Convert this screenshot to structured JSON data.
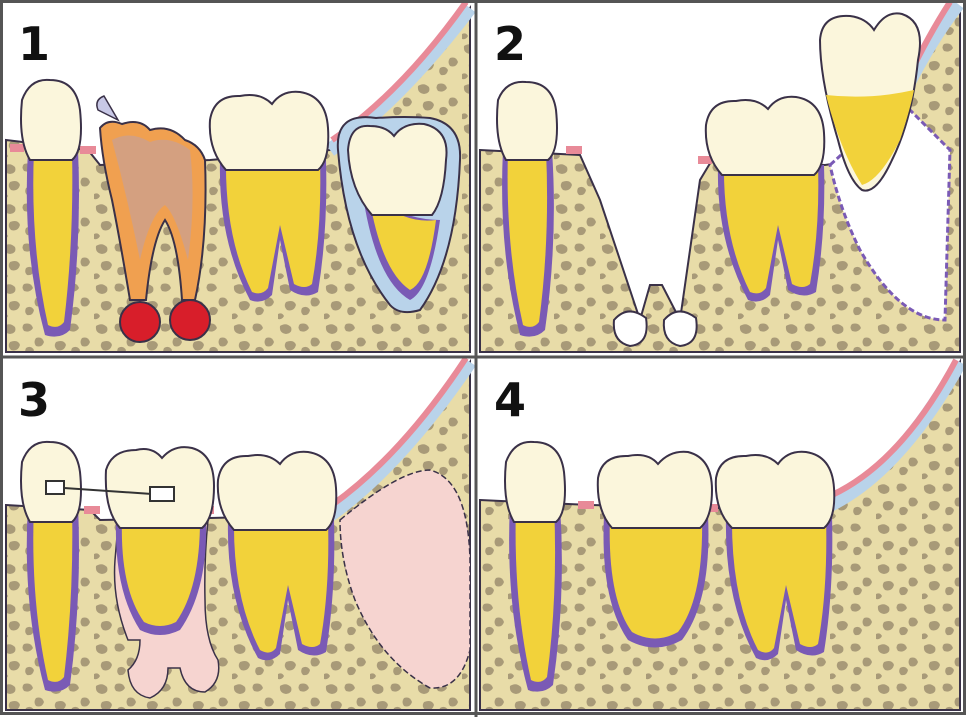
{
  "panels": [
    {
      "label": "1"
    },
    {
      "label": "2"
    },
    {
      "label": "3"
    },
    {
      "label": "4"
    }
  ],
  "colors": {
    "bone": "#e8dca8",
    "bone_pore": "#a89a78",
    "enamel": "#fbf6dc",
    "dentin": "#f2d23a",
    "pulp": "#b88a2a",
    "ligament": "#7a5ab5",
    "gum_blue": "#b9d3ea",
    "gum_pink": "#e88a98",
    "decay_orange": "#f0a050",
    "decay_brown": "#d4a080",
    "infection_red": "#d81e2a",
    "graft_pink": "#f6d4d0",
    "outline": "#3a3148"
  },
  "icons": [
    "tooth-icon",
    "bracket-icon"
  ]
}
